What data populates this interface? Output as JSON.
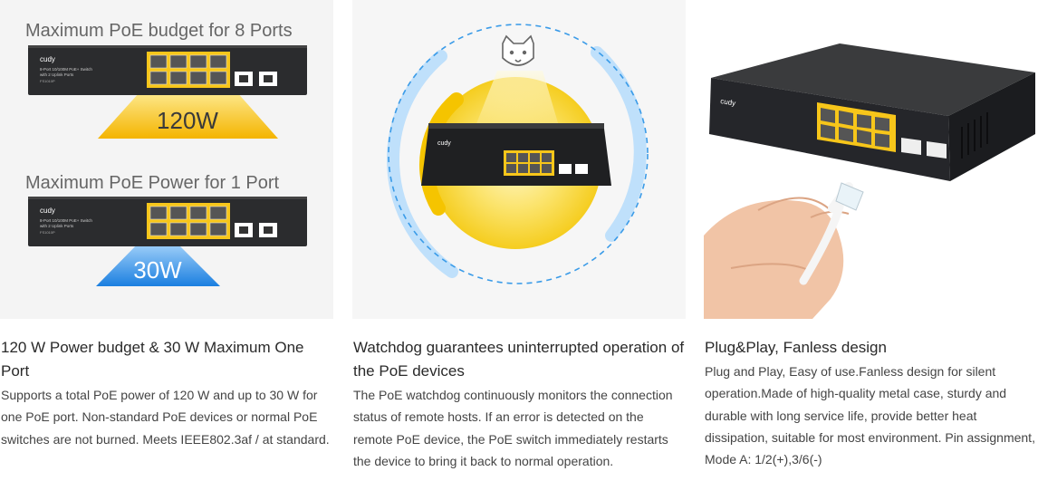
{
  "features": [
    {
      "image": {
        "budget_label": "Maximum PoE budget for 8 Ports",
        "budget_value": "120W",
        "port_label": "Maximum PoE Power for 1 Port",
        "port_value": "30W",
        "brand": "cudy",
        "switch_desc": "8-Port 10/100M PoE+ Switch\nwith 2 Uplink Ports",
        "model": "FS1010P"
      },
      "title": "120 W Power budget & 30 W Maximum One Port",
      "description": "Supports a total PoE power of 120 W and up to 30 W for one PoE port. Non-standard PoE devices or normal PoE switches are not burned. Meets IEEE802.3af / at standard."
    },
    {
      "image": {
        "brand": "cudy"
      },
      "title": "Watchdog guarantees uninterrupted operation of the PoE devices",
      "description": "The PoE watchdog continuously monitors the connection status of remote hosts. If an error is detected on the remote PoE device, the PoE switch immediately restarts the device to bring it back to normal operation."
    },
    {
      "image": {
        "brand": "cudy"
      },
      "title": "Plug&Play, Fanless design",
      "description": "Plug and Play, Easy of use.Fanless design for silent operation.Made of high-quality metal case, sturdy and durable with long service life, provide better heat dissipation, suitable for most environment. Pin assignment, Mode A: 1/2(+),3/6(-)"
    }
  ],
  "colors": {
    "accent_yellow": "#f7c61a",
    "accent_blue": "#2f8fe6",
    "switch_body": "#2b2c2e",
    "heading_text": "#2a2a2a",
    "body_text": "#444444"
  }
}
